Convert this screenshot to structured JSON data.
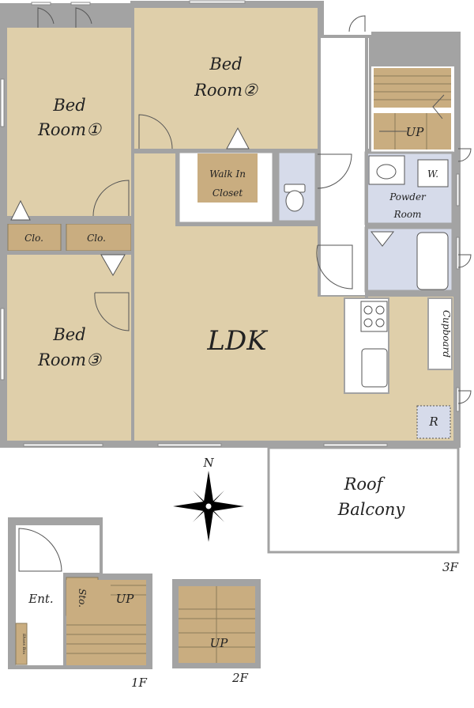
{
  "floor_3f": {
    "bedroom1": {
      "line1": "Bed",
      "line2": "Room①"
    },
    "bedroom2": {
      "line1": "Bed",
      "line2": "Room②"
    },
    "bedroom3": {
      "line1": "Bed",
      "line2": "Room③"
    },
    "closet_left": "Clo.",
    "closet_right": "Clo.",
    "walk_in_closet": {
      "line1": "Walk In",
      "line2": "Closet"
    },
    "ldk": "LDK",
    "powder_room": {
      "line1": "Powder",
      "line2": "Room"
    },
    "washer": "W.",
    "cupboard": "Cupboard",
    "refrigerator": "R",
    "stair_up": "UP",
    "roof_balcony": {
      "line1": "Roof",
      "line2": "Balcony"
    },
    "floor_label": "3F"
  },
  "floor_1f": {
    "entrance": "Ent.",
    "storage": "Sto.",
    "shoes_box": "Shoes Box",
    "stair_up": "UP",
    "floor_label": "1F"
  },
  "floor_2f": {
    "stair_up": "UP",
    "floor_label": "2F"
  },
  "compass": {
    "north": "N"
  },
  "colors": {
    "room_fill": "#dfcfaa",
    "closet_fill": "#c9ad80",
    "wet_area_fill": "#d6dbea",
    "wall": "#a3a3a3",
    "stair_fill": "#c9ad80"
  }
}
